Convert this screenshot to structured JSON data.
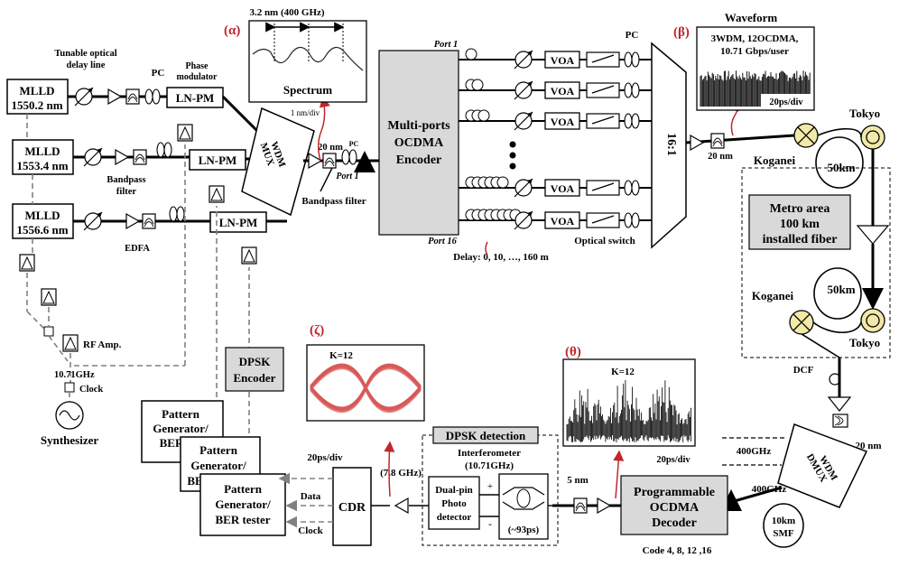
{
  "sources": {
    "mlld1": "MLLD",
    "mlld1_wl": "1550.2 nm",
    "mlld2": "MLLD",
    "mlld2_wl": "1553.4 nm",
    "mlld3": "MLLD",
    "mlld3_wl": "1556.6 nm"
  },
  "labels": {
    "tunable_delay_1": "Tunable optical",
    "tunable_delay_2": "delay line",
    "pc": "PC",
    "phase_mod_1": "Phase",
    "phase_mod_2": "modulator",
    "lnpm": "LN-PM",
    "bandpass_1": "Bandpass",
    "bandpass_2": "filter",
    "edfa": "EDFA",
    "wdm_mux_1": "WDM",
    "wdm_mux_2": "MUX",
    "nm20": "20 nm",
    "pc_small": "PC",
    "port1_in": "Port 1",
    "bandpass_filter": "Bandpass filter",
    "rf_amp": "RF Amp.",
    "clock_freq": "10.71GHz",
    "clock": "Clock",
    "synth": "Synthesizer",
    "dpsk_enc_1": "DPSK",
    "dpsk_enc_2": "Encoder"
  },
  "spectrum": {
    "tag": "(α)",
    "width_label": "3.2 nm (400 GHz)",
    "title": "Spectrum",
    "scale": "1 nm/div"
  },
  "encoder": {
    "line1": "Multi-ports",
    "line2": "OCDMA",
    "line3": "Encoder",
    "port_top": "Port 1",
    "port_bottom": "Port 16",
    "delay": "Delay: 0, 10, …, 160 m",
    "voa": "VOA",
    "pc": "PC",
    "optical_switch": "Optical switch",
    "combiner": "16:1",
    "nm20": "20 nm"
  },
  "waveform": {
    "tag": "(β)",
    "title": "Waveform",
    "line1": "3WDM, 12OCDMA,",
    "line2": "10.71 Gbps/user",
    "scale": "20ps/div"
  },
  "metro": {
    "tokyo": "Tokyo",
    "koganei": "Koganei",
    "km50": "50km",
    "area_1": "Metro area",
    "area_2": "100 km",
    "area_3": "installed fiber",
    "dcf": "DCF"
  },
  "receiver": {
    "wdm_demux_1": "WDM",
    "wdm_demux_2": "DMUX",
    "nm20": "20 nm",
    "ghz400a": "400GHz",
    "ghz400b": "400GHz",
    "smf_1": "10km",
    "smf_2": "SMF",
    "decoder_1": "Programmable",
    "decoder_2": "OCDMA",
    "decoder_3": "Decoder",
    "codes": "Code 4, 8, 12 ,16",
    "nm5": "5 nm",
    "eye_theta_tag": "(θ)",
    "eye_theta_k": "K=12",
    "eye_theta_scale": "20ps/div",
    "dpsk_detection": "DPSK detection",
    "interf_1": "Interferometer",
    "interf_2": "(10.71GHz)",
    "interf_delay": "(~93ps)",
    "pd_1": "Dual-pin",
    "pd_2": "Photo",
    "pd_3": "detector",
    "plus": "+",
    "minus": "-",
    "ghz78": "(7.8 GHz)",
    "eye_zeta_tag": "(ζ)",
    "eye_zeta_k": "K=12",
    "eye_zeta_scale": "20ps/div",
    "cdr": "CDR",
    "data": "Data",
    "clock": "Clock",
    "pg_1": "Pattern",
    "pg_2": "Generator/",
    "pg_3": "BER tester",
    "pg2_3": "BE",
    "pg3_3": "BER"
  }
}
